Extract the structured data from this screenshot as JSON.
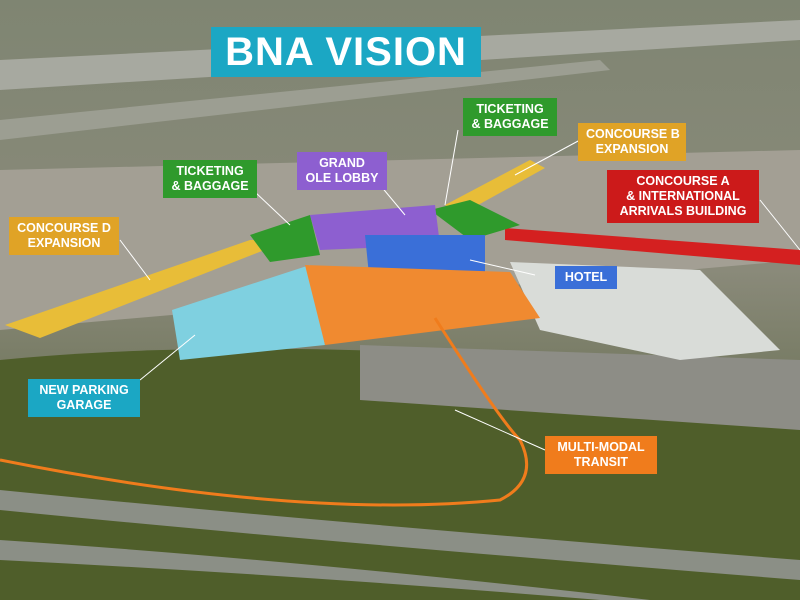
{
  "title": "BNA VISION",
  "labels": {
    "ticketing_left": [
      "TICKETING",
      "& BAGGAGE"
    ],
    "grand_ole_lobby": [
      "GRAND",
      "OLE LOBBY"
    ],
    "ticketing_right": [
      "TICKETING",
      "& BAGGAGE"
    ],
    "concourse_b": [
      "CONCOURSE B",
      "EXPANSION"
    ],
    "concourse_a": [
      "CONCOURSE A",
      "& INTERNATIONAL",
      "ARRIVALS BUILDING"
    ],
    "concourse_d": [
      "CONCOURSE D",
      "EXPANSION"
    ],
    "hotel": [
      "HOTEL"
    ],
    "parking": [
      "NEW PARKING",
      "GARAGE"
    ],
    "transit": [
      "MULTI-MODAL",
      "TRANSIT"
    ]
  },
  "colors": {
    "title": "#1ba7c4",
    "ticketing": "#2f9a2c",
    "lobby": "#8d5fd0",
    "concourse_b": "#e0a326",
    "concourse_a": "#cc1a1a",
    "concourse_d": "#e0a326",
    "hotel": "#3a6fd8",
    "parking": "#1ba7c4",
    "transit": "#f07c1c"
  }
}
